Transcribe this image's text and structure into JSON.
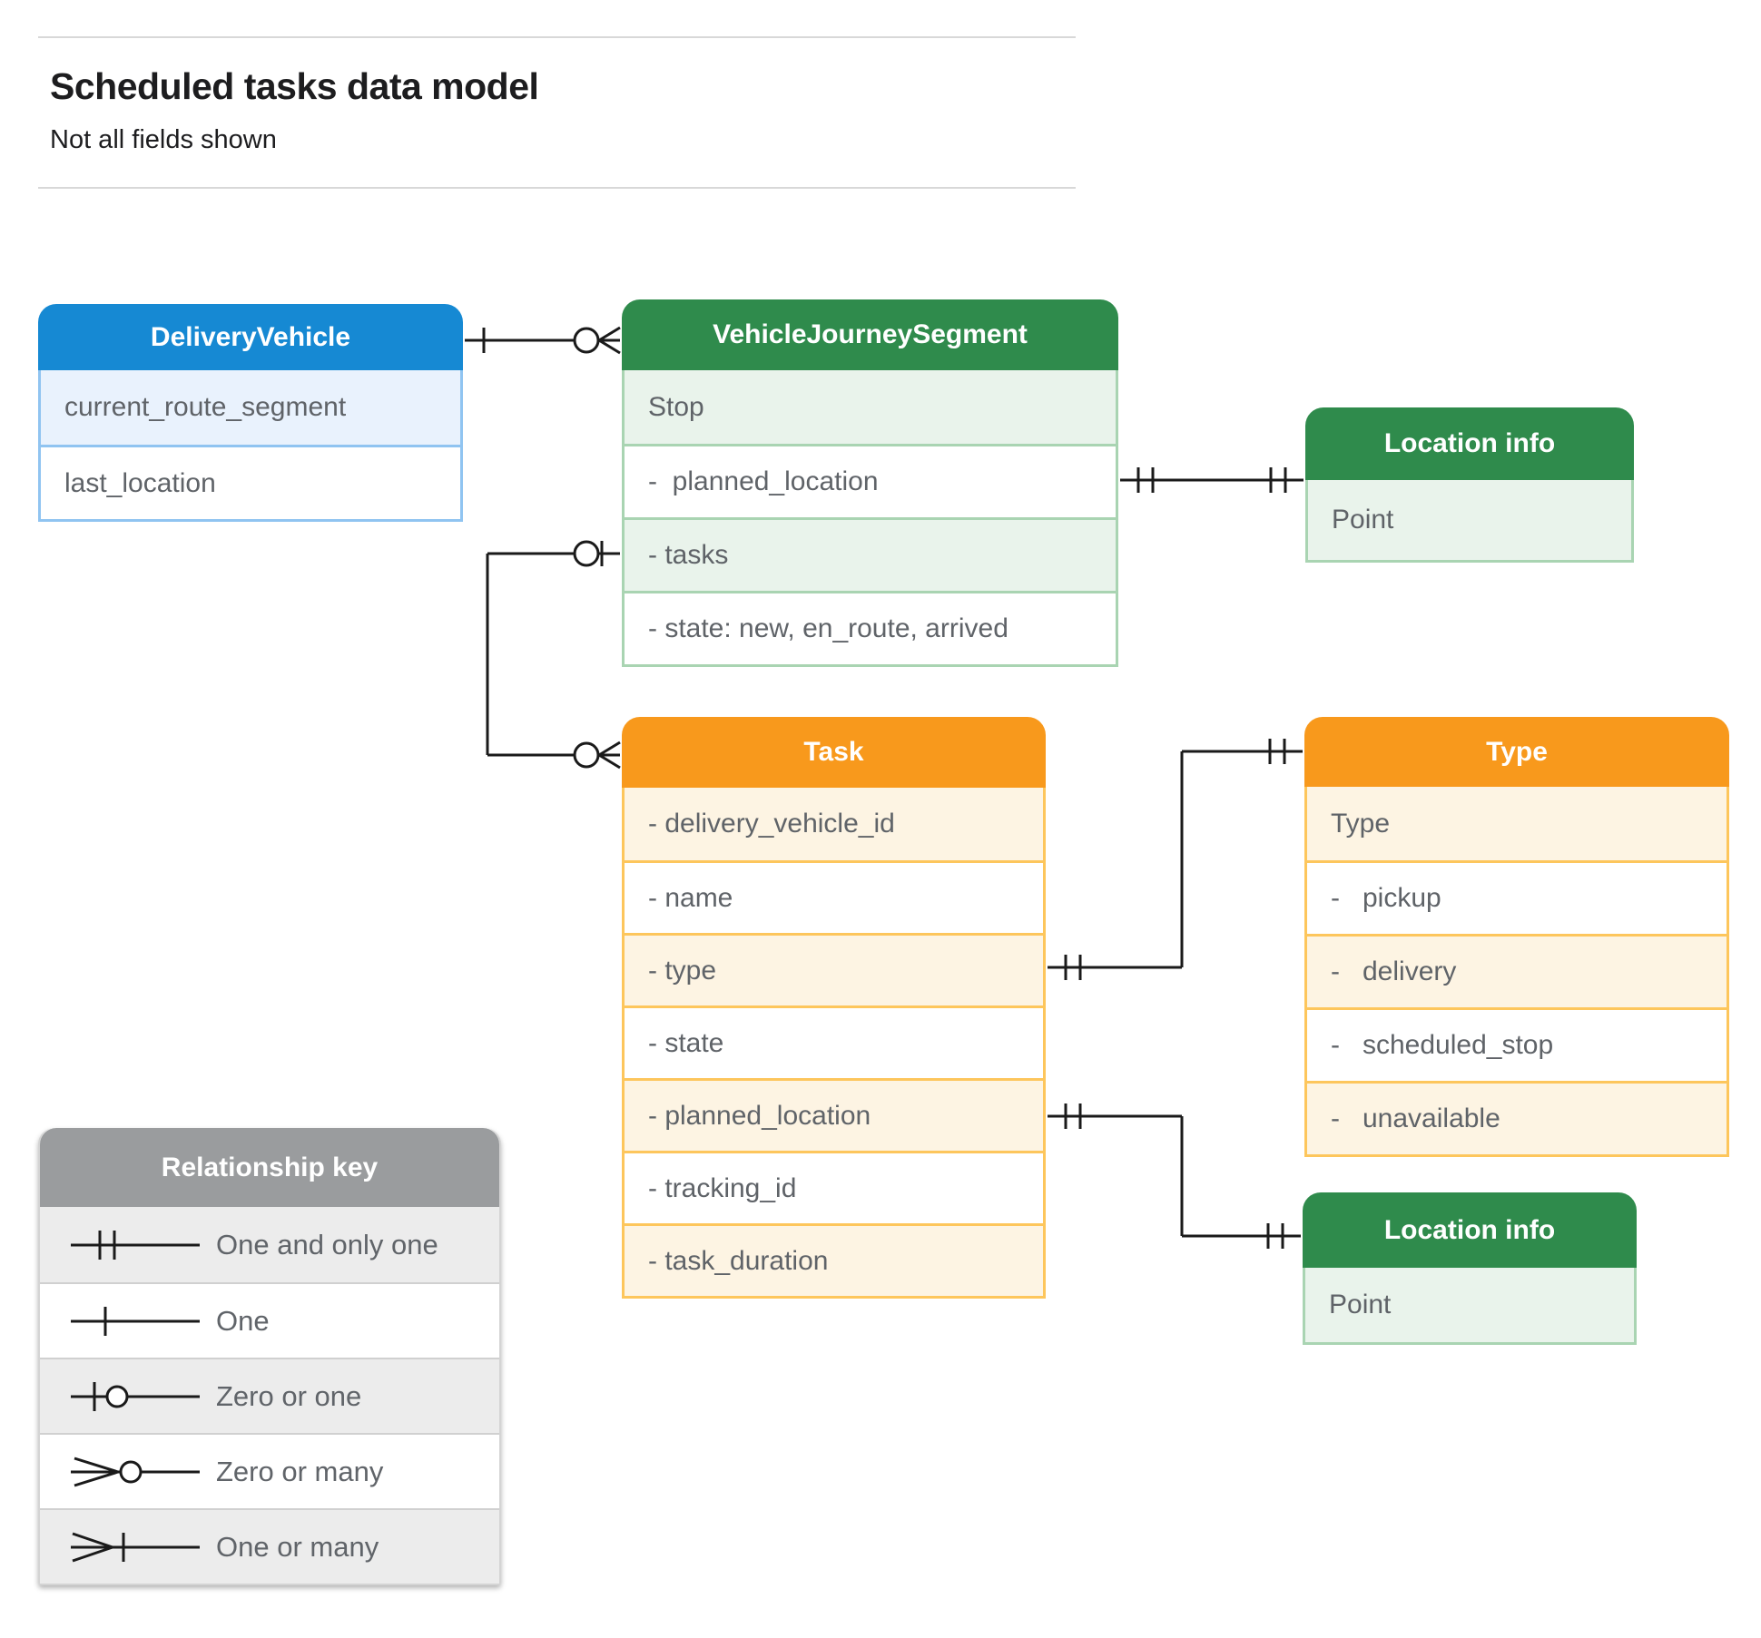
{
  "page": {
    "title": "Scheduled tasks data model",
    "subtitle": "Not all fields shown"
  },
  "colors": {
    "blue_header": "#1689d3",
    "green_header": "#2f8b4c",
    "orange_header": "#f8991c",
    "gray_header": "#9a9c9e",
    "row_text": "#5f6368",
    "connector_line": "#1a1a1a"
  },
  "entities": {
    "delivery_vehicle": {
      "title": "DeliveryVehicle",
      "rows": [
        "current_route_segment",
        "last_location"
      ]
    },
    "vehicle_journey_segment": {
      "title": "VehicleJourneySegment",
      "rows": [
        "Stop",
        "-  planned_location",
        "- tasks",
        "- state: new, en_route, arrived"
      ]
    },
    "location_info_top": {
      "title": "Location info",
      "rows": [
        "Point"
      ]
    },
    "task": {
      "title": "Task",
      "rows": [
        "- delivery_vehicle_id",
        "- name",
        "- type",
        "- state",
        "- planned_location",
        "- tracking_id",
        "- task_duration"
      ]
    },
    "type": {
      "title": "Type",
      "rows": [
        "Type",
        "-   pickup",
        "-   delivery",
        "-   scheduled_stop",
        "-   unavailable"
      ]
    },
    "location_info_bottom": {
      "title": "Location info",
      "rows": [
        "Point"
      ]
    }
  },
  "legend": {
    "title": "Relationship key",
    "items": [
      {
        "symbol": "one-and-only-one",
        "label": "One and only one"
      },
      {
        "symbol": "one",
        "label": "One"
      },
      {
        "symbol": "zero-or-one",
        "label": "Zero or one"
      },
      {
        "symbol": "zero-or-many",
        "label": "Zero or many"
      },
      {
        "symbol": "one-or-many",
        "label": "One or many"
      }
    ]
  },
  "relationships": [
    {
      "id": "dv-vjs",
      "from": "DeliveryVehicle",
      "to": "VehicleJourneySegment",
      "from_marker": "one",
      "to_marker": "zero-or-many"
    },
    {
      "id": "vjs-loc-top",
      "from": "VehicleJourneySegment.planned_location",
      "to": "Location info",
      "from_marker": "one-and-only-one",
      "to_marker": "one-and-only-one"
    },
    {
      "id": "vjs-task",
      "from": "VehicleJourneySegment.tasks",
      "to": "Task",
      "from_marker": "zero-or-one",
      "to_marker": "zero-or-many"
    },
    {
      "id": "task-type",
      "from": "Task.type",
      "to": "Type",
      "from_marker": "one-and-only-one",
      "to_marker": "one-and-only-one"
    },
    {
      "id": "task-loc-bottom",
      "from": "Task.planned_location",
      "to": "Location info",
      "from_marker": "one-and-only-one",
      "to_marker": "one-and-only-one"
    }
  ]
}
